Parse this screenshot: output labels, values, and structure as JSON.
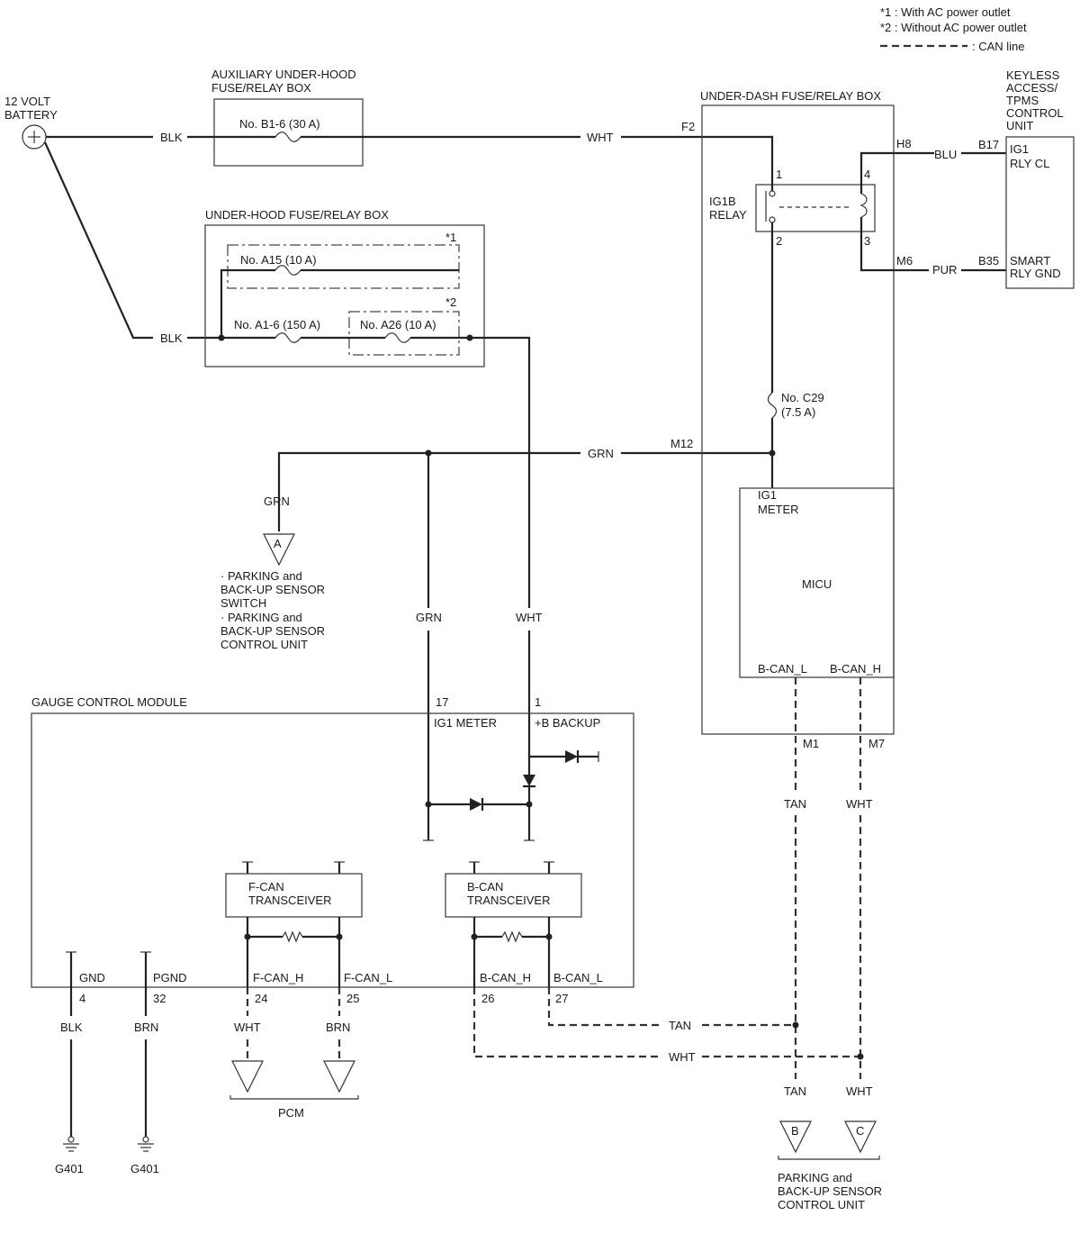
{
  "legend": {
    "note1": "*1 : With AC power outlet",
    "note2": "*2 : Without AC power outlet",
    "can": ": CAN line"
  },
  "battery": {
    "line1": "12 VOLT",
    "line2": "BATTERY"
  },
  "aux_box": {
    "title1": "AUXILIARY UNDER-HOOD",
    "title2": "FUSE/RELAY BOX",
    "fuse": "No. B1-6 (30 A)"
  },
  "uh_box": {
    "title": "UNDER-HOOD FUSE/RELAY BOX",
    "fuse_a15": "No. A15 (10 A)",
    "fuse_a16": "No. A1-6 (150 A)",
    "fuse_a26": "No. A26 (10 A)",
    "star1": "*1",
    "star2": "*2"
  },
  "ud_box": {
    "title": "UNDER-DASH FUSE/RELAY BOX",
    "relay1": "IG1B",
    "relay2": "RELAY",
    "fuse1": "No. C29",
    "fuse2": "(7.5 A)",
    "pin1": "1",
    "pin2": "2",
    "pin3": "3",
    "pin4": "4",
    "f2": "F2",
    "h8": "H8",
    "m6": "M6",
    "m12": "M12",
    "m1": "M1",
    "m7": "M7"
  },
  "micu": {
    "ig1a": "IG1",
    "ig1b": "METER",
    "name": "MICU",
    "canl": "B-CAN_L",
    "canh": "B-CAN_H"
  },
  "keyless": {
    "t1": "KEYLESS",
    "t2": "ACCESS/",
    "t3": "TPMS",
    "t4": "CONTROL",
    "t5": "UNIT",
    "b17": "B17",
    "b35": "B35",
    "ig1a": "IG1",
    "ig1b": "RLY CL",
    "smarta": "SMART",
    "smartb": "RLY GND"
  },
  "wires": {
    "blk": "BLK",
    "wht": "WHT",
    "grn": "GRN",
    "blu": "BLU",
    "pur": "PUR",
    "tan": "TAN",
    "brn": "BRN"
  },
  "conn_a": {
    "letter": "A",
    "l1": "· PARKING and",
    "l2": "BACK-UP SENSOR",
    "l3": "SWITCH",
    "l4": "· PARKING and",
    "l5": "BACK-UP SENSOR",
    "l6": "CONTROL UNIT"
  },
  "gcm": {
    "title": "GAUGE CONTROL MODULE",
    "pin17": "17",
    "pin1": "1",
    "ig1meter": "IG1 METER",
    "backup": "+B BACKUP",
    "fcan1": "F-CAN",
    "fcan2": "TRANSCEIVER",
    "bcan1": "B-CAN",
    "bcan2": "TRANSCEIVER",
    "gnd": "GND",
    "pgnd": "PGND",
    "fcanh": "F-CAN_H",
    "fcanl": "F-CAN_L",
    "bcanh": "B-CAN_H",
    "bcanl": "B-CAN_L",
    "p4": "4",
    "p32": "32",
    "p24": "24",
    "p25": "25",
    "p26": "26",
    "p27": "27"
  },
  "grounds": {
    "g1": "G401",
    "g2": "G401"
  },
  "pcm": "PCM",
  "parking": {
    "b": "B",
    "c": "C",
    "l1": "PARKING and",
    "l2": "BACK-UP SENSOR",
    "l3": "CONTROL UNIT"
  }
}
